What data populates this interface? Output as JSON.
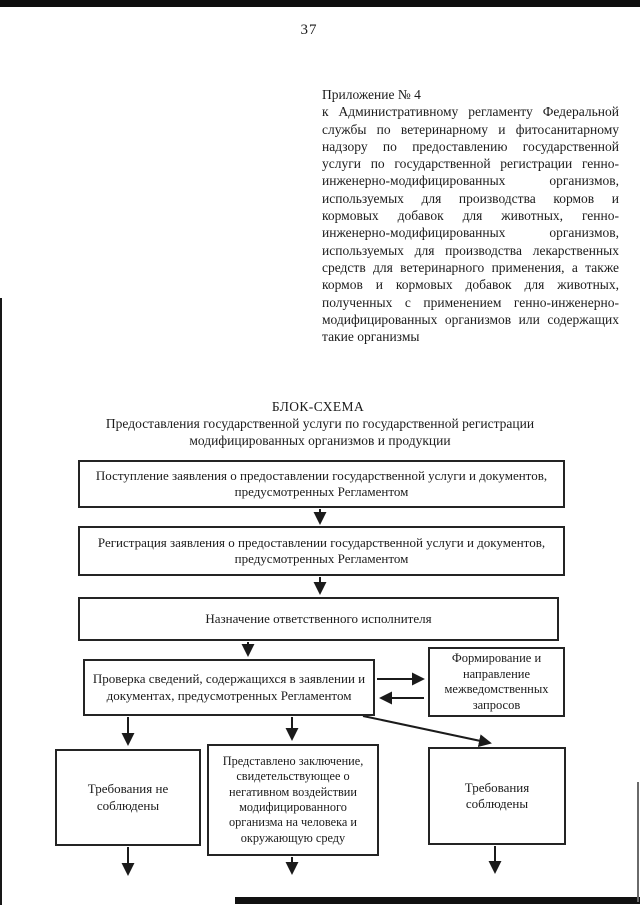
{
  "colors": {
    "ink": "#1b1b1b",
    "paper": "#ffffff"
  },
  "page": {
    "number": "37"
  },
  "appendix": {
    "label": "Приложение № 4",
    "body": "к Административному регламенту Федеральной службы по ветеринарному и фитосанитарному надзору по предоставлению государственной услуги по государственной регистрации генно-инженерно-модифицированных организмов, используемых для производства кормов и кормовых добавок для животных, генно-инженерно-модифицированных организмов, используемых для производства лекарственных средств для ветеринарного применения, а также кормов и кормовых добавок для животных, полученных с применением генно-инженерно-модифицированных организмов или содержащих такие организмы"
  },
  "flowchart": {
    "title": "БЛОК-СХЕМА",
    "subtitle": "Предоставления государственной услуги по государственной регистрации модифицированных организмов и продукции",
    "nodes": [
      {
        "id": "application-received",
        "label": "Поступление заявления о предоставлении государственной услуги и документов, предусмотренных Регламентом"
      },
      {
        "id": "application-registered",
        "label": "Регистрация заявления о предоставлении государственной услуги и документов, предусмотренных Регламентом"
      },
      {
        "id": "assign-executor",
        "label": "Назначение ответственного исполнителя"
      },
      {
        "id": "verify-information",
        "label": "Проверка сведений, содержащихся в заявлении и документах, предусмотренных Регламентом"
      },
      {
        "id": "interagency-requests",
        "label": "Формирование и направление межведомственных запросов"
      },
      {
        "id": "requirements-not-met",
        "label": "Требования не соблюдены"
      },
      {
        "id": "negative-conclusion",
        "label": "Представлено заключение, свидетельствующее о негативном воздействии модифицированного организма на человека и окружающую среду"
      },
      {
        "id": "requirements-met",
        "label": "Требования соблюдены"
      }
    ]
  }
}
